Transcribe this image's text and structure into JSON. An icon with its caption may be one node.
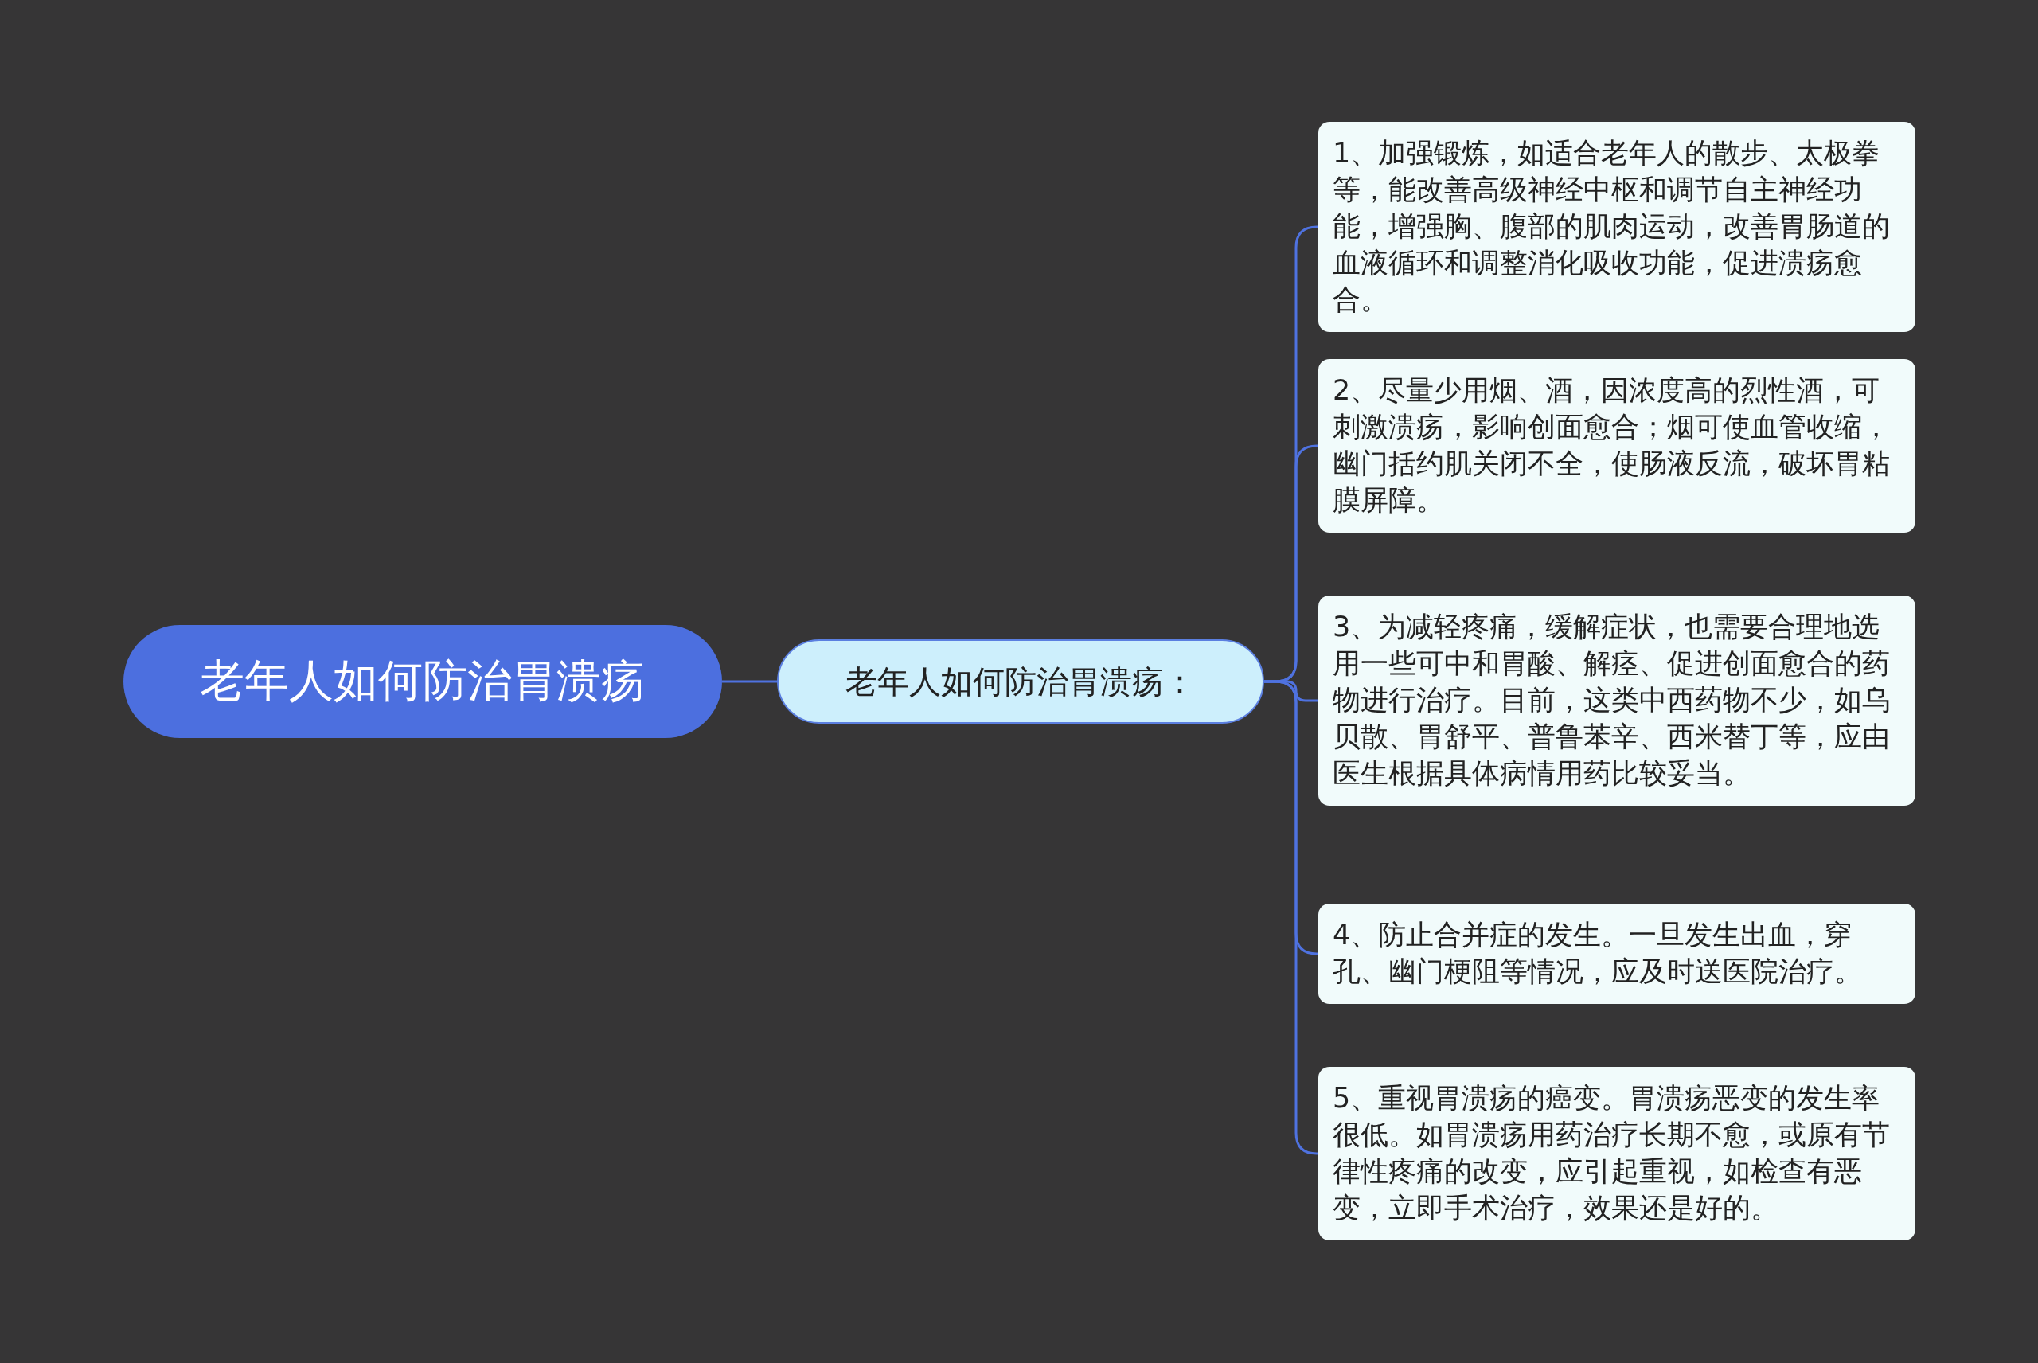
{
  "diagram": {
    "nodes": [
      {
        "text": [
          "老年人如何防治胃溃疡"
        ]
      },
      {
        "text": [
          "老年人如何防治胃溃疡："
        ]
      },
      {
        "text": [
          "1、加强锻炼，如适合老年人的散步、太极拳等，能改善高级神经中枢和调节自主神经功能，增强胸、腹部的肌肉运动，改善胃肠道的血液循环和调整消化吸收功能，促进溃疡愈合。"
        ]
      },
      {
        "text": [
          "2、尽量少用烟、酒，因浓度高的烈性酒，可刺激溃疡，影响创面愈合；烟可使血管收缩，幽门括约肌关闭不全，使肠液反流，破坏胃粘膜屏障。"
        ]
      },
      {
        "text": [
          "3、为减轻疼痛，缓解症状，也需要合理地选用一些可中和胃酸、解痉、促进创面愈合的药物进行治疗。目前，这类中西药物不少，如乌贝散、胃舒平、普鲁苯辛、西米替丁等，应由医生根据具体病情用药比较妥当。"
        ]
      },
      {
        "text": [
          "4、防止合并症的发生。一旦发生出血，穿孔、幽门梗阻等情况，应及时送医院治疗。"
        ]
      },
      {
        "text": [
          "5、重视胃溃疡的癌变。胃溃疡恶变的发生率很低。如胃溃疡用药治疗长期不愈，或原有节律性疼痛的改变，应引起重视，如检查有恶变，立即手术治疗，效果还是好的。"
        ]
      }
    ],
    "edges": [
      {
        "from": 0,
        "to": 1,
        "arrow": "none"
      },
      {
        "from": 1,
        "to": 2,
        "arrow": "none"
      },
      {
        "from": 1,
        "to": 3,
        "arrow": "none"
      },
      {
        "from": 1,
        "to": 4,
        "arrow": "none"
      },
      {
        "from": 1,
        "to": 5,
        "arrow": "none"
      },
      {
        "from": 1,
        "to": 6,
        "arrow": "none"
      }
    ]
  }
}
